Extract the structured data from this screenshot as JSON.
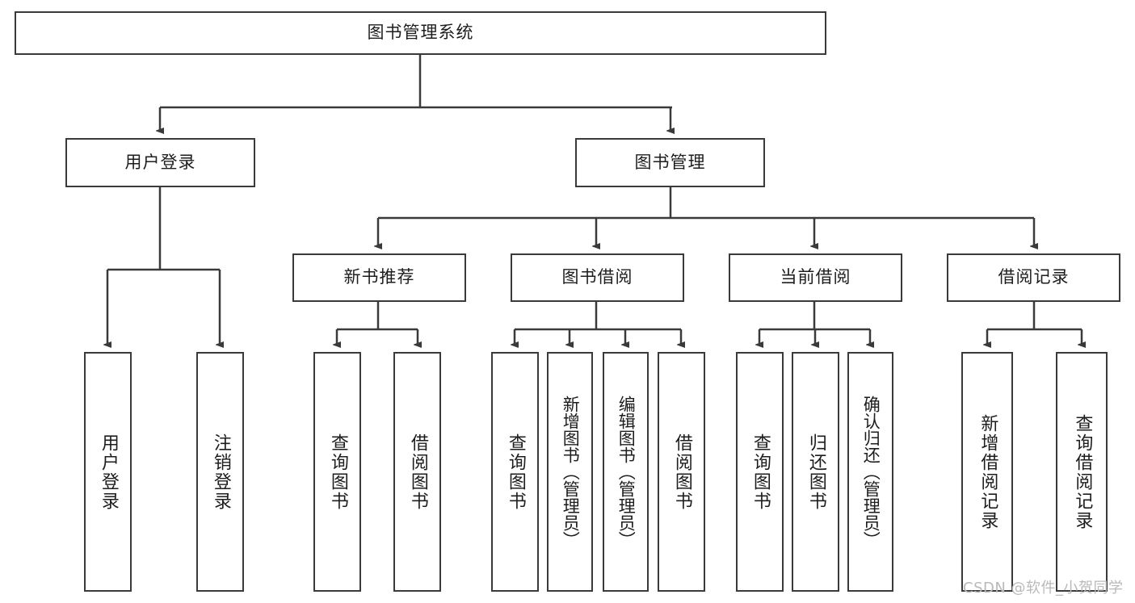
{
  "diagram": {
    "title": "图书管理系统",
    "type": "hierarchy-tree",
    "root": {
      "label": "图书管理系统"
    },
    "level2": [
      {
        "label": "用户登录"
      },
      {
        "label": "图书管理"
      }
    ],
    "level3": [
      {
        "label": "新书推荐"
      },
      {
        "label": "图书借阅"
      },
      {
        "label": "当前借阅"
      },
      {
        "label": "借阅记录"
      }
    ],
    "leaves": {
      "user_login": [
        {
          "label": "用户登录"
        },
        {
          "label": "注销登录"
        }
      ],
      "new_book_recommend": [
        {
          "label": "查询图书"
        },
        {
          "label": "借阅图书"
        }
      ],
      "book_borrow": [
        {
          "label": "查询图书"
        },
        {
          "label": "新增图书（管理员）"
        },
        {
          "label": "编辑图书（管理员）"
        },
        {
          "label": "借阅图书"
        }
      ],
      "current_borrow": [
        {
          "label": "查询图书"
        },
        {
          "label": "归还图书"
        },
        {
          "label": "确认归还（管理员）"
        }
      ],
      "borrow_record": [
        {
          "label": "新增借阅记录"
        },
        {
          "label": "查询借阅记录"
        }
      ]
    }
  },
  "watermark": {
    "text": "CSDN @软件_小贺同学"
  },
  "colors": {
    "stroke": "#3a3a3a",
    "background": "#ffffff",
    "text": "#1d1d1d",
    "watermark": "#b9b9b9"
  }
}
